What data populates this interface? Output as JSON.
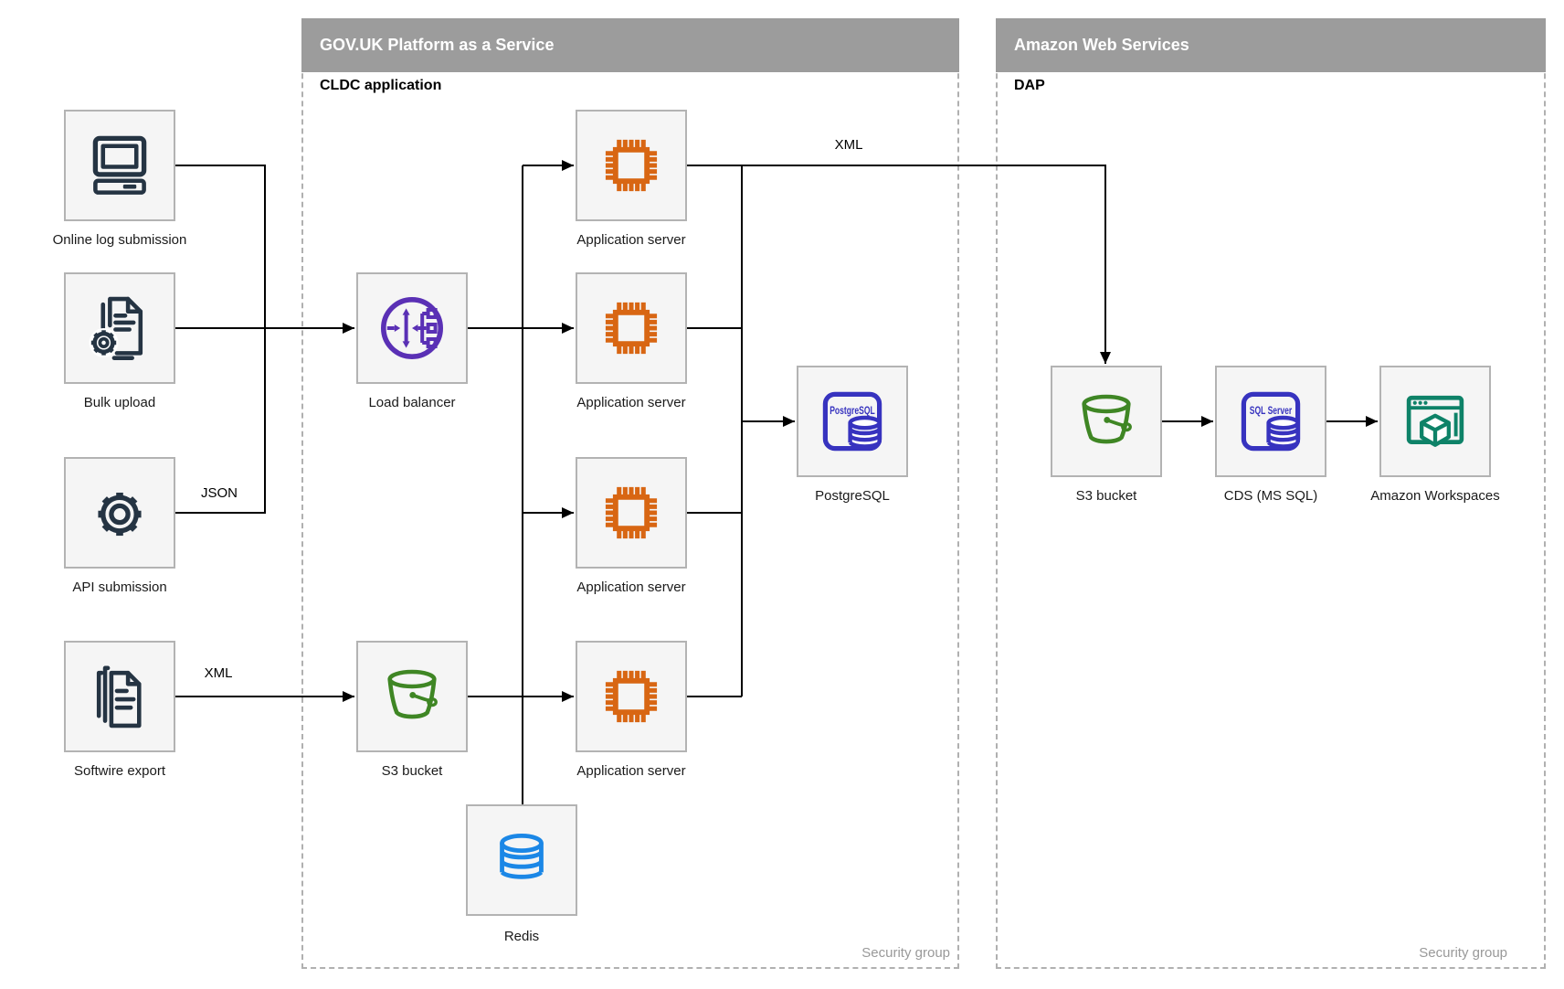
{
  "containers": {
    "paas": {
      "title": "GOV.UK Platform as a Service",
      "section": "CLDC application",
      "footer": "Security group"
    },
    "aws": {
      "title": "Amazon Web Services",
      "section": "DAP",
      "footer": "Security group"
    }
  },
  "nodes": {
    "online_log": {
      "label": "Online log submission"
    },
    "bulk_upload": {
      "label": "Bulk upload"
    },
    "api_submission": {
      "label": "API submission"
    },
    "softwire_export": {
      "label": "Softwire export"
    },
    "load_balancer": {
      "label": "Load balancer"
    },
    "s3_paas": {
      "label": "S3 bucket"
    },
    "app_server_1": {
      "label": "Application server"
    },
    "app_server_2": {
      "label": "Application server"
    },
    "app_server_3": {
      "label": "Application server"
    },
    "app_server_4": {
      "label": "Application server"
    },
    "postgresql": {
      "label": "PostgreSQL",
      "badge": "PostgreSQL"
    },
    "redis": {
      "label": "Redis"
    },
    "s3_aws": {
      "label": "S3 bucket"
    },
    "cds": {
      "label": "CDS (MS SQL)",
      "badge": "SQL Server"
    },
    "workspaces": {
      "label": "Amazon Workspaces"
    }
  },
  "edge_labels": {
    "json_api": "JSON",
    "xml_softwire": "XML",
    "xml_to_aws": "XML"
  },
  "colors": {
    "header_bg": "#9c9c9c",
    "header_text": "#ffffff",
    "container_border": "#b0b0b0",
    "node_bg": "#f5f5f5",
    "node_border": "#b3b3b3",
    "edge": "#000000",
    "muted": "#999999",
    "navy": "#253443",
    "purple": "#5a30b5",
    "orange": "#d86613",
    "indigo": "#3733bf",
    "green": "#3f8624",
    "blue": "#1b87e6",
    "teal": "#0e8268"
  }
}
